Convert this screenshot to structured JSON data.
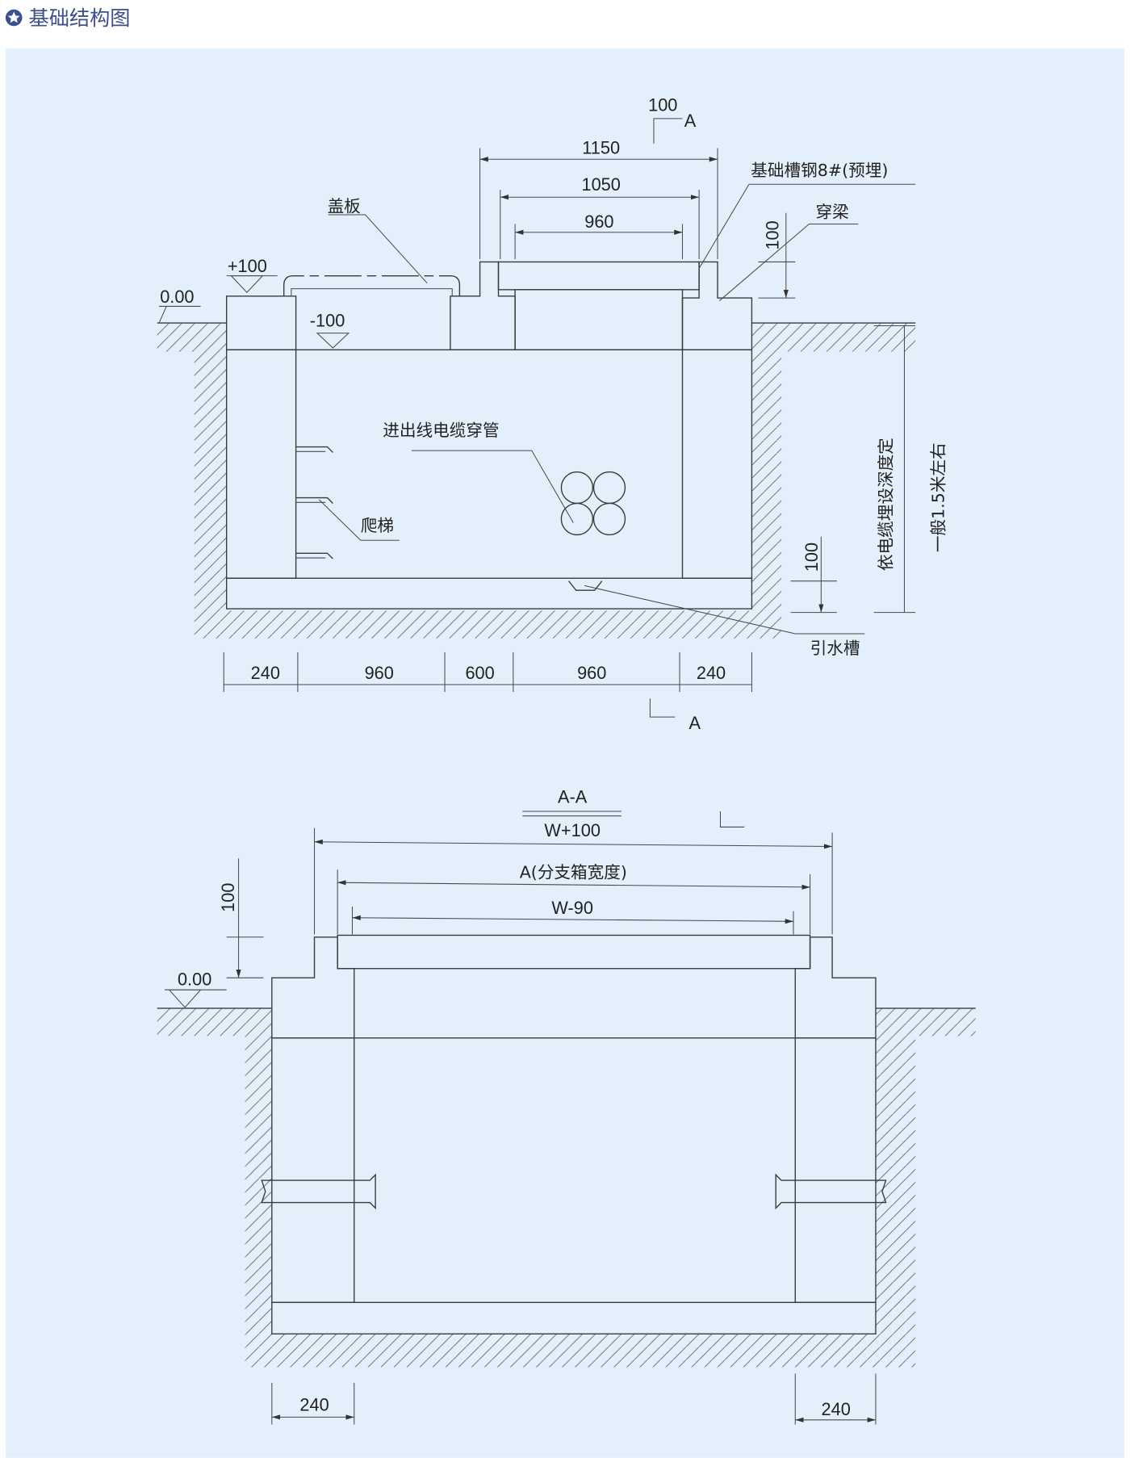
{
  "header": {
    "title": "基础结构图",
    "icon": "star-circle-icon",
    "color": "#3b4f8c"
  },
  "colors": {
    "panel": "#e3f0fb",
    "line": "#3a3a3a"
  },
  "plan": {
    "section_mark_top": {
      "value": "100",
      "letter": "A"
    },
    "section_mark_bottom": {
      "letter": "A"
    },
    "dim_1150": "1150",
    "dim_1050": "1050",
    "dim_960_top": "960",
    "label_cover": "盖板",
    "label_channel_steel": "基础槽钢8#(预埋)",
    "label_beam": "穿梁",
    "level_plus100": "+100",
    "level_zero": "0.00",
    "level_minus100": "-100",
    "label_cable_pipe": "进出线电缆穿管",
    "label_ladder": "爬梯",
    "label_drain": "引水槽",
    "dim_100_right_top": "100",
    "dim_100_right_bottom": "100",
    "depth_label": "依电缆埋设深度定",
    "depth_note": "一般1.5米左右",
    "bottom_dims": [
      "240",
      "960",
      "600",
      "960",
      "240"
    ]
  },
  "section": {
    "title": "A-A",
    "dim_w_plus": "W+100",
    "dim_a": "A(分支箱宽度)",
    "dim_w_minus": "W-90",
    "dim_100": "100",
    "level_zero": "0.00",
    "dim_left": "240",
    "dim_right": "240"
  }
}
